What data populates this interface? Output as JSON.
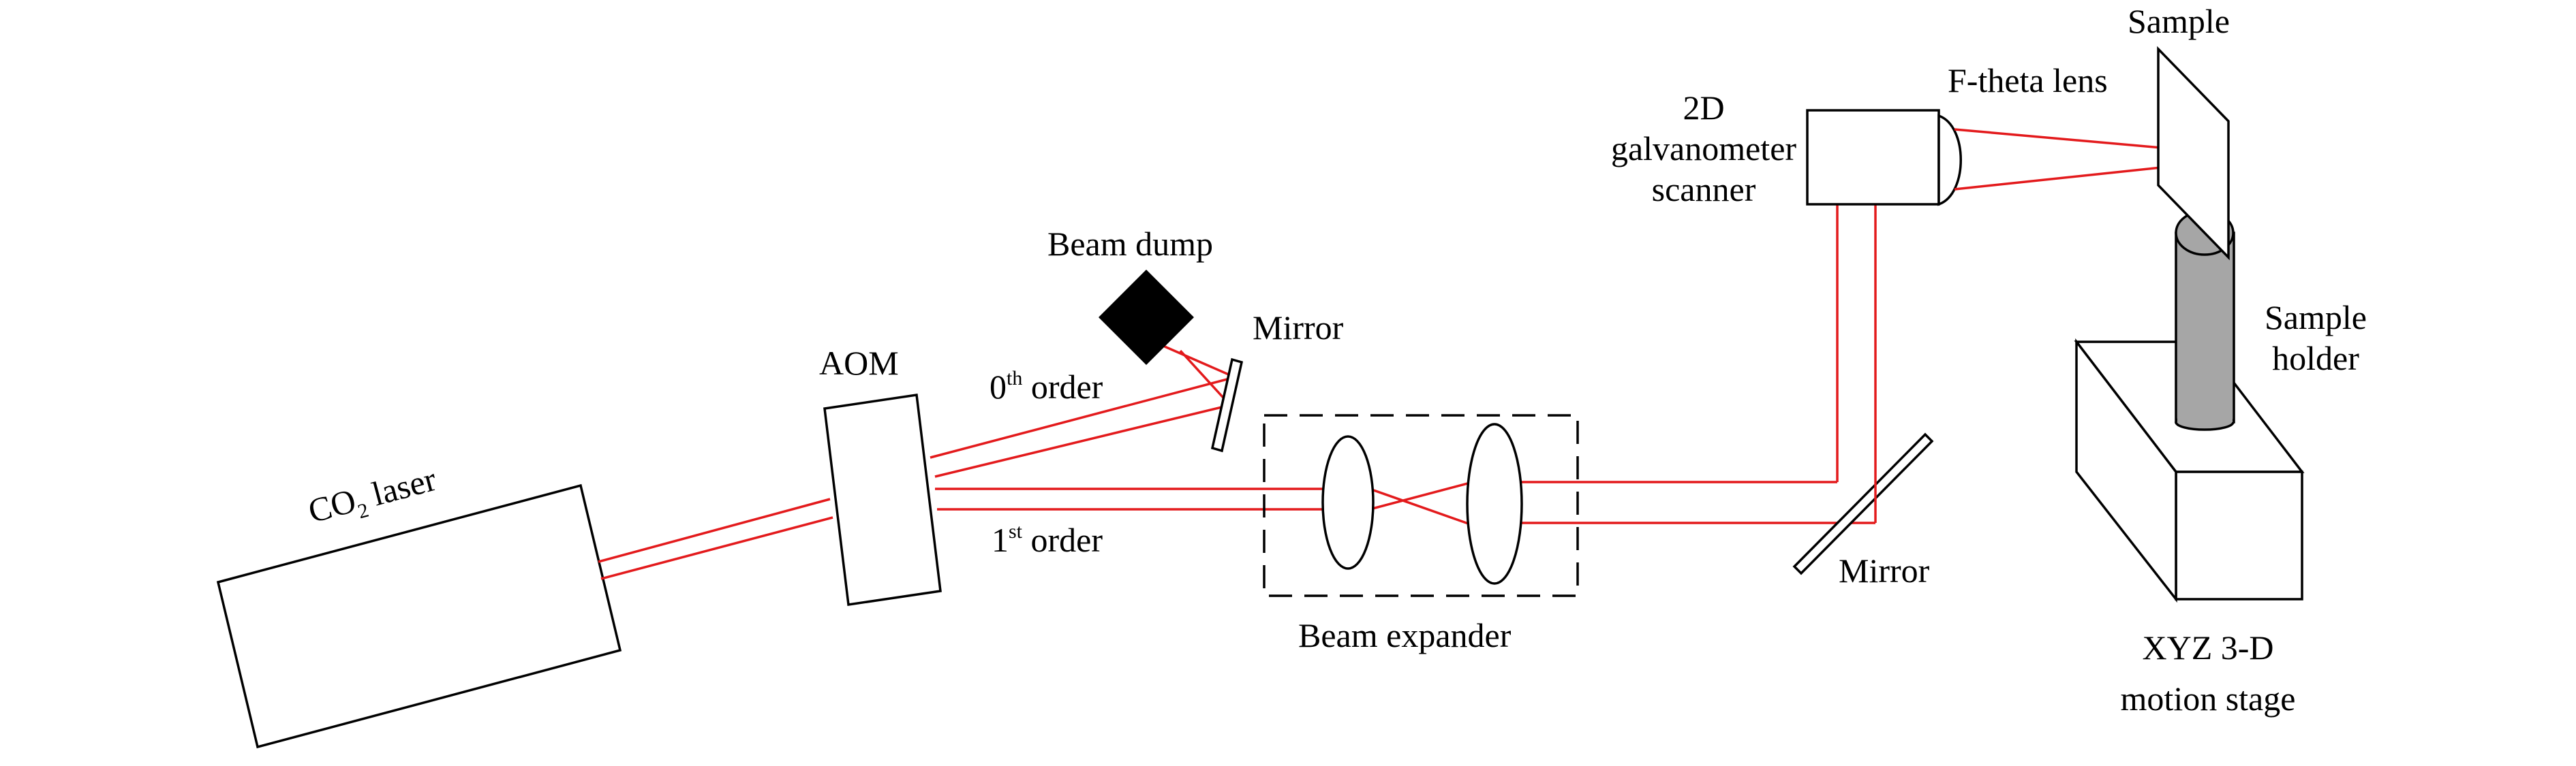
{
  "labels": {
    "co2_laser_prefix": "CO",
    "co2_laser_sub": "2",
    "co2_laser_suffix": " laser",
    "aom": "AOM",
    "beam_dump": "Beam dump",
    "mirror_top": "Mirror",
    "zeroth_order_num": "0",
    "zeroth_order_sup": "th",
    "zeroth_order_word": " order",
    "first_order_num": "1",
    "first_order_sup": "st",
    "first_order_word": " order",
    "beam_expander": "Beam expander",
    "scanner_line1": "2D",
    "scanner_line2": "galvanometer",
    "scanner_line3": "scanner",
    "ftheta_lens": "F-theta lens",
    "sample": "Sample",
    "sample_holder_line1": "Sample",
    "sample_holder_line2": "holder",
    "mirror_bottom": "Mirror",
    "stage_line1": "XYZ 3-D",
    "stage_line2": "motion stage"
  },
  "colors": {
    "beam": "#e31a1c",
    "outline": "#000000",
    "beam_dump_fill": "#000000",
    "holder_fill": "#a6a6a6",
    "background": "#ffffff"
  }
}
